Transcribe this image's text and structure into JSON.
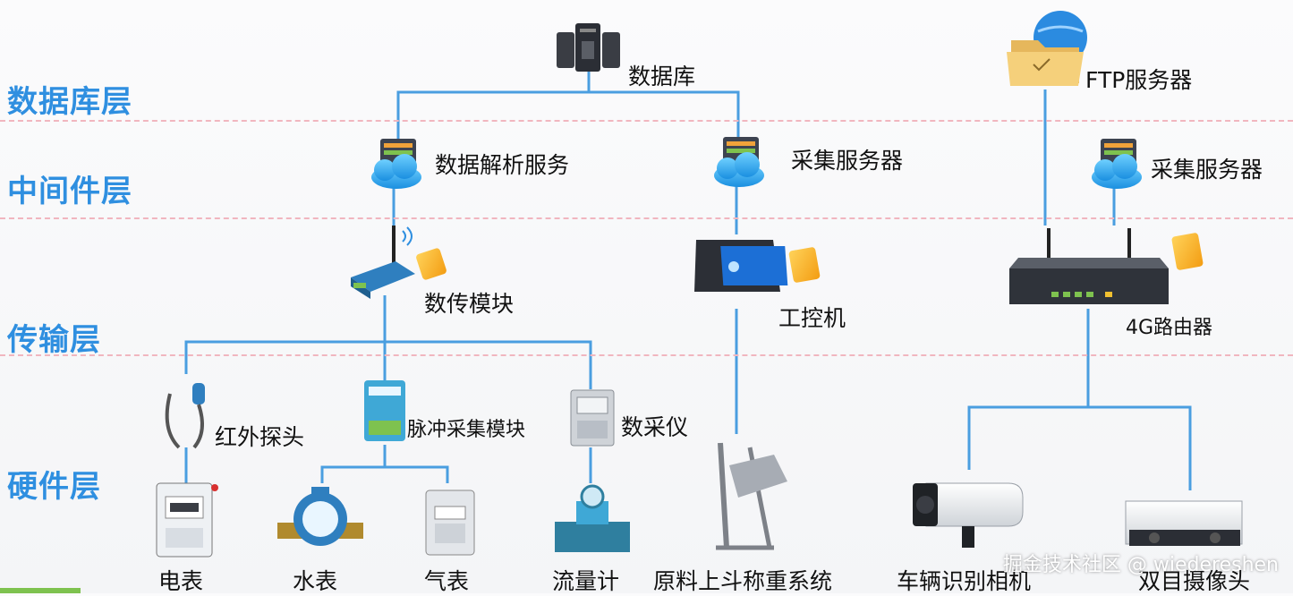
{
  "layers": {
    "database": "数据库层",
    "middleware": "中间件层",
    "transport": "传输层",
    "hardware": "硬件层"
  },
  "nodes": {
    "database": "数据库",
    "ftp_server": "FTP服务器",
    "parse_service": "数据解析服务",
    "collect_server_1": "采集服务器",
    "collect_server_2": "采集服务器",
    "dtu_module": "数传模块",
    "ipc": "工控机",
    "router_4g": "4G路由器",
    "ir_probe": "红外探头",
    "pulse_module": "脉冲采集模块",
    "data_collector": "数采仪",
    "electric_meter": "电表",
    "water_meter": "水表",
    "gas_meter": "气表",
    "flow_meter": "流量计",
    "hopper_scale": "原料上斗称重系统",
    "plate_camera": "车辆识别相机",
    "binocular_camera": "双目摄像头"
  },
  "watermark": "掘金技术社区 @ wiedereshen",
  "colors": {
    "layer_text": "#2f8fe0",
    "connector": "#4a9ee0",
    "divider": "#f1b6bf"
  }
}
